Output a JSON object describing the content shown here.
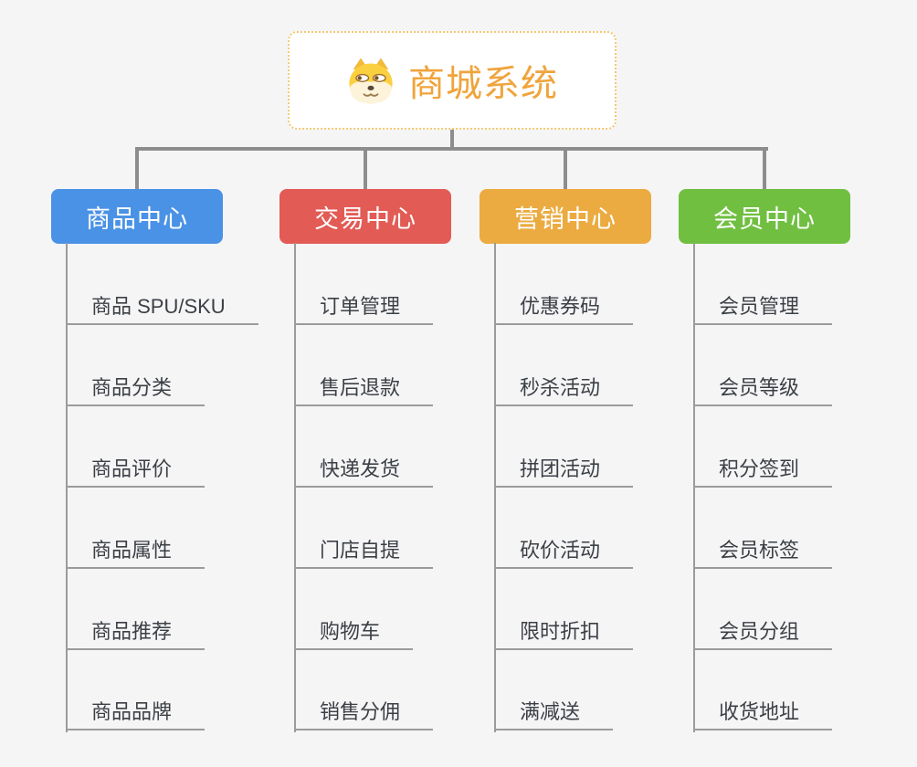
{
  "canvas": {
    "background_color": "#f5f5f6",
    "connector_color": "#8d8d8d",
    "underline_color": "#9b9b9b"
  },
  "root": {
    "title": "商城系统",
    "icon": "dog-face-icon",
    "title_color": "#f0a43c",
    "border_color": "#f3c873"
  },
  "branches": [
    {
      "id": "product-center",
      "label": "商品中心",
      "color": "#4a92e6",
      "children": [
        "商品 SPU/SKU",
        "商品分类",
        "商品评价",
        "商品属性",
        "商品推荐",
        "商品品牌"
      ]
    },
    {
      "id": "trade-center",
      "label": "交易中心",
      "color": "#e25b55",
      "children": [
        "订单管理",
        "售后退款",
        "快递发货",
        "门店自提",
        "购物车",
        "销售分佣"
      ]
    },
    {
      "id": "marketing-center",
      "label": "营销中心",
      "color": "#ebab40",
      "children": [
        "优惠券码",
        "秒杀活动",
        "拼团活动",
        "砍价活动",
        "限时折扣",
        "满减送"
      ]
    },
    {
      "id": "member-center",
      "label": "会员中心",
      "color": "#70bf41",
      "children": [
        "会员管理",
        "会员等级",
        "积分签到",
        "会员标签",
        "会员分组",
        "收货地址"
      ]
    }
  ]
}
